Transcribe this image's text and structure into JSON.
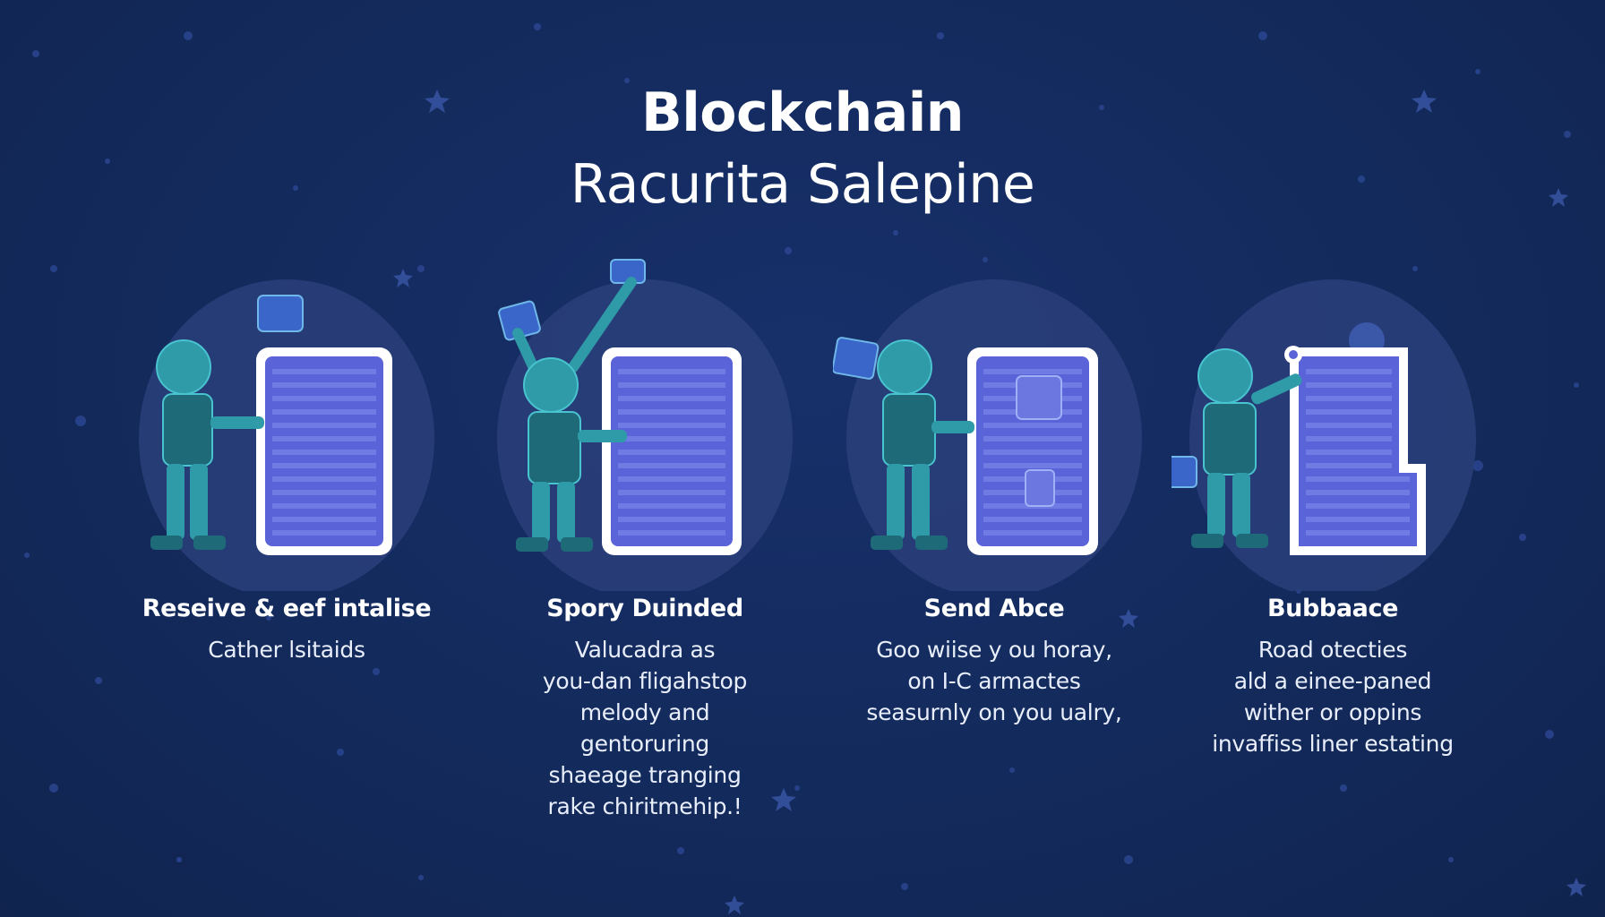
{
  "header": {
    "title": "Blockchain",
    "subtitle": "Racurita Salepine"
  },
  "colors": {
    "background": "#13295a",
    "panel": "#5a64d8",
    "figure": "#2f9aa8",
    "text": "#ffffff"
  },
  "steps": [
    {
      "label": "Reseive & eef intalise",
      "description": [
        "Cather lsitaids"
      ],
      "icon": "person-with-phone-illustration"
    },
    {
      "label": "Spory Duinded",
      "description": [
        "Valucadra as",
        "you-dan fligahstop",
        "melody and",
        "gentoruring",
        "shaeage tranging",
        "rake chiritmehip.!"
      ],
      "icon": "person-with-phone-illustration"
    },
    {
      "label": "Send Abce",
      "description": [
        "Goo wiise y ou horay,",
        "on I-C armactes",
        "seasurnly on you ualry,"
      ],
      "icon": "person-with-phone-illustration"
    },
    {
      "label": "Bubbaace",
      "description": [
        "Road otecties",
        "ald a einee-paned",
        "wither or oppins",
        "invaffiss liner estating"
      ],
      "icon": "person-with-phone-illustration"
    }
  ]
}
